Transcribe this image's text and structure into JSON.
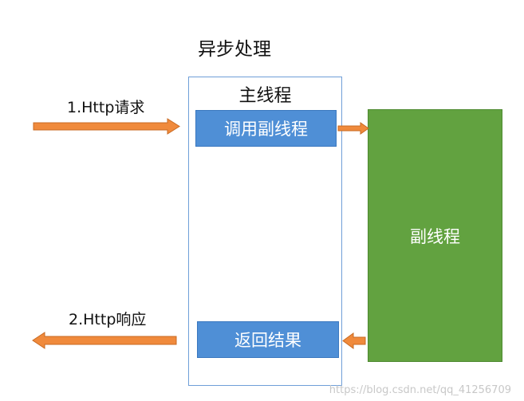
{
  "title": "异步处理",
  "request_label": "1.Http请求",
  "response_label": "2.Http响应",
  "main_thread": {
    "title": "主线程",
    "call_button": "调用副线程",
    "return_button": "返回结果"
  },
  "sub_thread": {
    "label": "副线程"
  },
  "watermark": "https://blog.csdn.net/qq_41256709",
  "colors": {
    "arrow": "#f08a3c",
    "main_border": "#6f9fd8",
    "button_fill": "#4f8fd6",
    "sub_thread_fill": "#62a240"
  }
}
